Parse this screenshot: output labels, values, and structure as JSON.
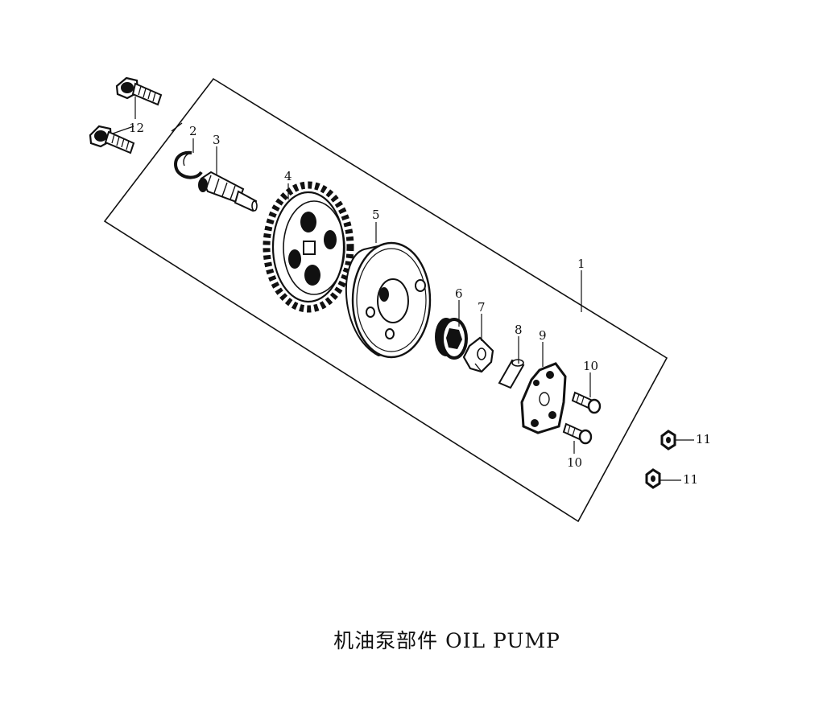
{
  "caption": "机油泵部件 OIL PUMP",
  "callouts": {
    "c1": "1",
    "c2": "2",
    "c3": "3",
    "c4": "4",
    "c5": "5",
    "c6": "6",
    "c7": "7",
    "c8": "8",
    "c9": "9",
    "c10a": "10",
    "c10b": "10",
    "c11a": "11",
    "c11b": "11",
    "c12": "12"
  }
}
